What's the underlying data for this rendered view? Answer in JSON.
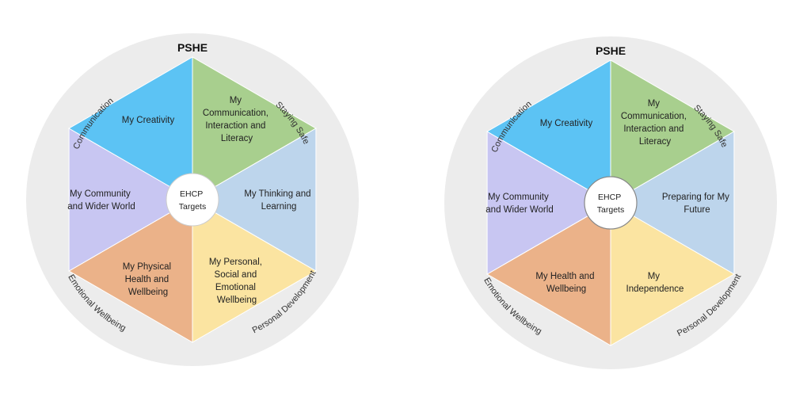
{
  "colors": {
    "ring": "#ececec",
    "creativity": "#5cc3f4",
    "communication": "#a8cf8e",
    "thinking": "#bdd5ec",
    "personal": "#fbe4a1",
    "health": "#ebb289",
    "community": "#c8c6f2",
    "center": "#ffffff"
  },
  "wheels": [
    {
      "title": "PSHE",
      "center_lines": [
        "EHCP",
        "Targets"
      ],
      "ring_labels": {
        "left_top": "Communication",
        "right_top": "Staying Safe",
        "left_bottom": "Emotional Wellbeing",
        "right_bottom": "Personal Development"
      },
      "segments": [
        {
          "key": "communication",
          "lines": [
            "My",
            "Communication,",
            "Interaction and",
            "Literacy"
          ]
        },
        {
          "key": "thinking",
          "lines": [
            "My Thinking and",
            "Learning"
          ]
        },
        {
          "key": "personal",
          "lines": [
            "My Personal,",
            "Social and",
            "Emotional",
            "Wellbeing"
          ]
        },
        {
          "key": "health",
          "lines": [
            "My Physical",
            "Health and",
            "Wellbeing"
          ]
        },
        {
          "key": "community",
          "lines": [
            "My Community",
            "and Wider World"
          ]
        },
        {
          "key": "creativity",
          "lines": [
            "My Creativity"
          ]
        }
      ]
    },
    {
      "title": "PSHE",
      "center_lines": [
        "EHCP",
        "Targets"
      ],
      "ring_labels": {
        "left_top": "Communication",
        "right_top": "Staying Safe",
        "left_bottom": "Emotional Wellbeing",
        "right_bottom": "Personal Development"
      },
      "segments": [
        {
          "key": "communication",
          "lines": [
            "My",
            "Communication,",
            "Interaction and",
            "Literacy"
          ]
        },
        {
          "key": "thinking",
          "lines": [
            "Preparing for My",
            "Future"
          ]
        },
        {
          "key": "personal",
          "lines": [
            "My",
            "Independence"
          ]
        },
        {
          "key": "health",
          "lines": [
            "My Health and",
            "Wellbeing"
          ]
        },
        {
          "key": "community",
          "lines": [
            "My Community",
            "and Wider World"
          ]
        },
        {
          "key": "creativity",
          "lines": [
            "My Creativity"
          ]
        }
      ]
    }
  ]
}
